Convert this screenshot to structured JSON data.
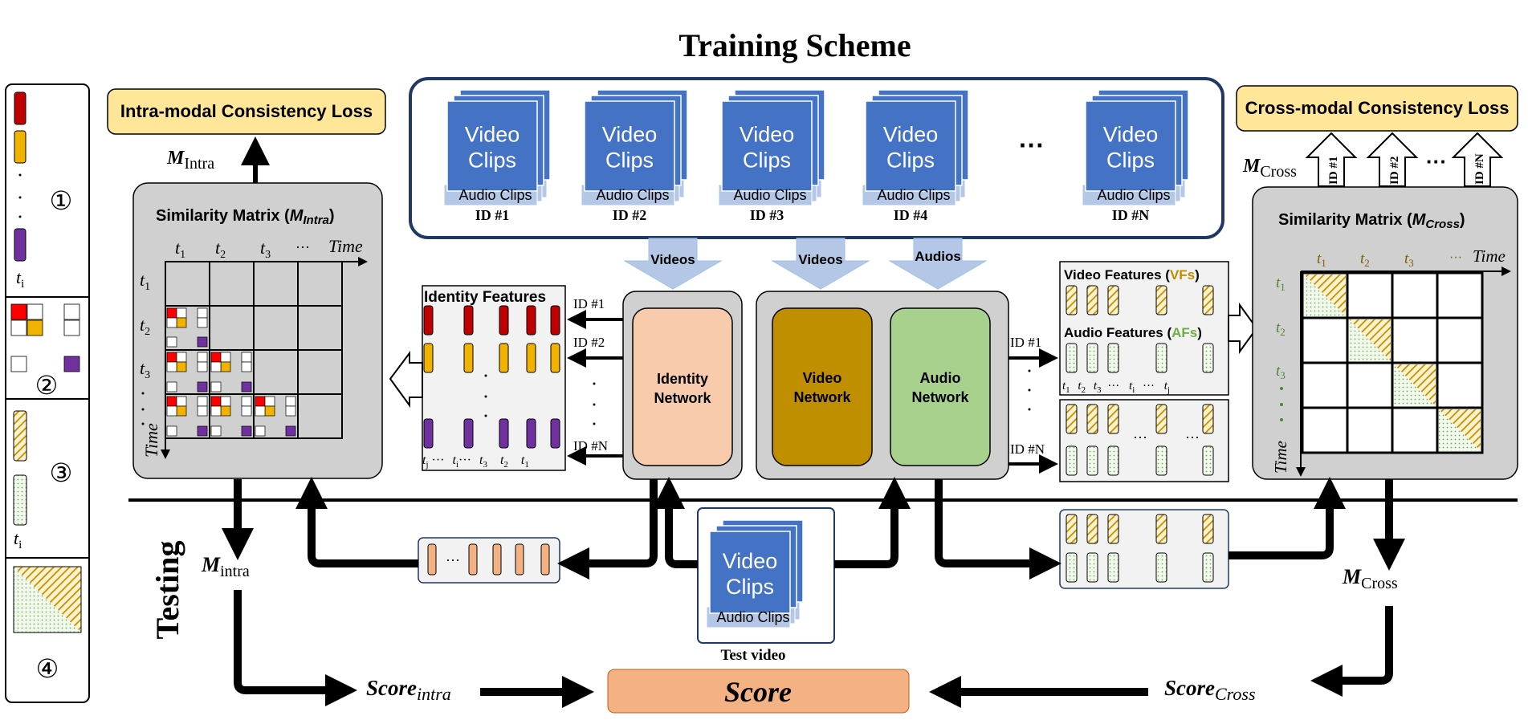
{
  "title": "Training Scheme",
  "section_testing": "Testing",
  "losses": {
    "intra": "Intra-modal Consistency Loss",
    "cross": "Cross-modal Consistency Loss"
  },
  "matrix_labels": {
    "m_intra_top": "M",
    "m_intra_top_sub": "Intra",
    "m_cross_top": "M",
    "m_cross_top_sub": "Cross",
    "m_intra_bottom": "M",
    "m_intra_bottom_sub": "intra",
    "m_cross_bottom": "M",
    "m_cross_bottom_sub": "Cross"
  },
  "similarity": {
    "intra_title": "Similarity Matrix (",
    "intra_sym": "M",
    "intra_sub": "Intra",
    "cross_title": "Similarity Matrix (",
    "cross_sym": "M",
    "cross_sub": "Cross",
    "close": ")",
    "time": "Time",
    "ellipsis": "···",
    "t": "t",
    "t1": "1",
    "t2": "2",
    "t3": "3"
  },
  "clips": {
    "video": [
      "Video",
      "Clips"
    ],
    "audio": "Audio Clips",
    "ids": [
      "ID #1",
      "ID #2",
      "ID #3",
      "ID #4",
      "ID #N"
    ],
    "dots": "···"
  },
  "flows": {
    "videos1": "Videos",
    "videos2": "Videos",
    "audios": "Audios"
  },
  "networks": {
    "identity": [
      "Identity",
      "Network"
    ],
    "video": [
      "Video",
      "Network"
    ],
    "audio": [
      "Audio",
      "Network"
    ]
  },
  "identity_features": {
    "title": "Identity Features",
    "ids": [
      "ID #1",
      "ID #2",
      "ID #N"
    ],
    "bottom": [
      "t",
      "j",
      "···",
      "t",
      "i",
      "···",
      "t",
      "3",
      "t",
      "2",
      "t",
      "1"
    ]
  },
  "av_features": {
    "vf_label": "Video Features (",
    "vf_abbr": "VFs",
    "af_label": "Audio Features (",
    "af_abbr": "AFs",
    "close": ")",
    "ids": [
      "ID #1",
      "ID #N"
    ],
    "bottom": [
      "t",
      "1",
      "t",
      "2",
      "t",
      "3",
      "···",
      "t",
      "i",
      "···",
      "t",
      "j"
    ]
  },
  "cross_ids": [
    "ID #1",
    "ID #2",
    "ID #N"
  ],
  "test": {
    "label": "Test video"
  },
  "scores": {
    "score": "Score",
    "intra": "Score",
    "intra_sub": "intra",
    "cross": "Score",
    "cross_sub": "Cross"
  },
  "legend": {
    "n1": "①",
    "n2": "②",
    "n3": "③",
    "n4": "④",
    "ti": "t",
    "ti_sub": "i"
  },
  "colors": {
    "red": "#c00000",
    "orange": "#f2b200",
    "purple": "#7030a0",
    "blue": "#4472c4",
    "light_blue": "#b4c7e7",
    "gold_net": "#bf8f00",
    "green_net": "#a9d18e",
    "peach": "#f8cbad",
    "loss_bg": "#ffe699",
    "score_bg": "#f4b183",
    "gray_panel": "#d0d0d0"
  }
}
